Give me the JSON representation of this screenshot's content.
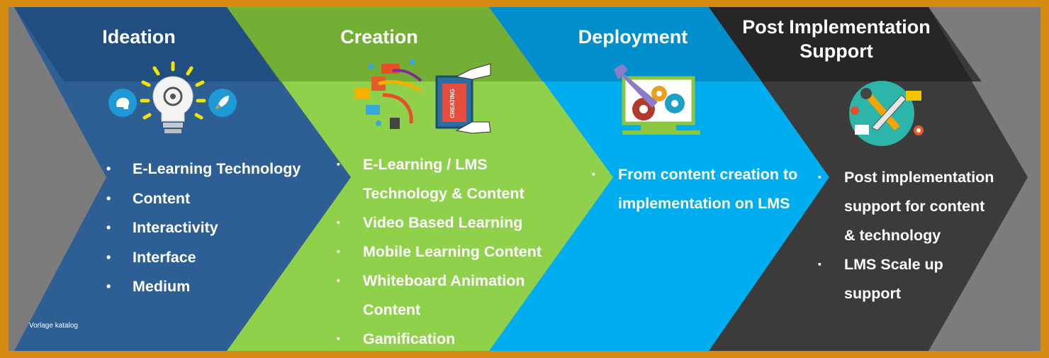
{
  "stages": [
    {
      "title": "Ideation",
      "color": "#2a5f96",
      "bullet": "dot",
      "items": [
        "E-Learning Technology",
        "Content",
        "Interactivity",
        "Interface",
        "Medium"
      ]
    },
    {
      "title": "Creation",
      "color": "#8fcf4a",
      "bullet": "square",
      "items": [
        "E-Learning / LMS",
        "Technology & Content",
        "Video Based Learning",
        "Mobile Learning Content",
        "Whiteboard Animation",
        "Content",
        "Gamification"
      ]
    },
    {
      "title": "Deployment",
      "color": "#00aeef",
      "bullet": "square",
      "items": [
        "From content creation to",
        "implementation on LMS"
      ]
    },
    {
      "title_lines": [
        "Post Implementation",
        "Support"
      ],
      "color": "#3a3a3a",
      "bullet": "square",
      "items": [
        "Post implementation",
        "support for content",
        "& technology",
        "LMS Scale up",
        "support"
      ]
    }
  ],
  "icons": {
    "ideation": [
      "brain-icon",
      "lightbulb-gear-icon",
      "rocket-icon"
    ],
    "creation": "creating-tablet-icon",
    "creation_tablet_text": "CREATING",
    "deployment": "monitor-gears-wrench-icon",
    "support": "tools-circle-icon"
  },
  "watermark": "Vorlage katalog",
  "frame_color": "#d58a12"
}
